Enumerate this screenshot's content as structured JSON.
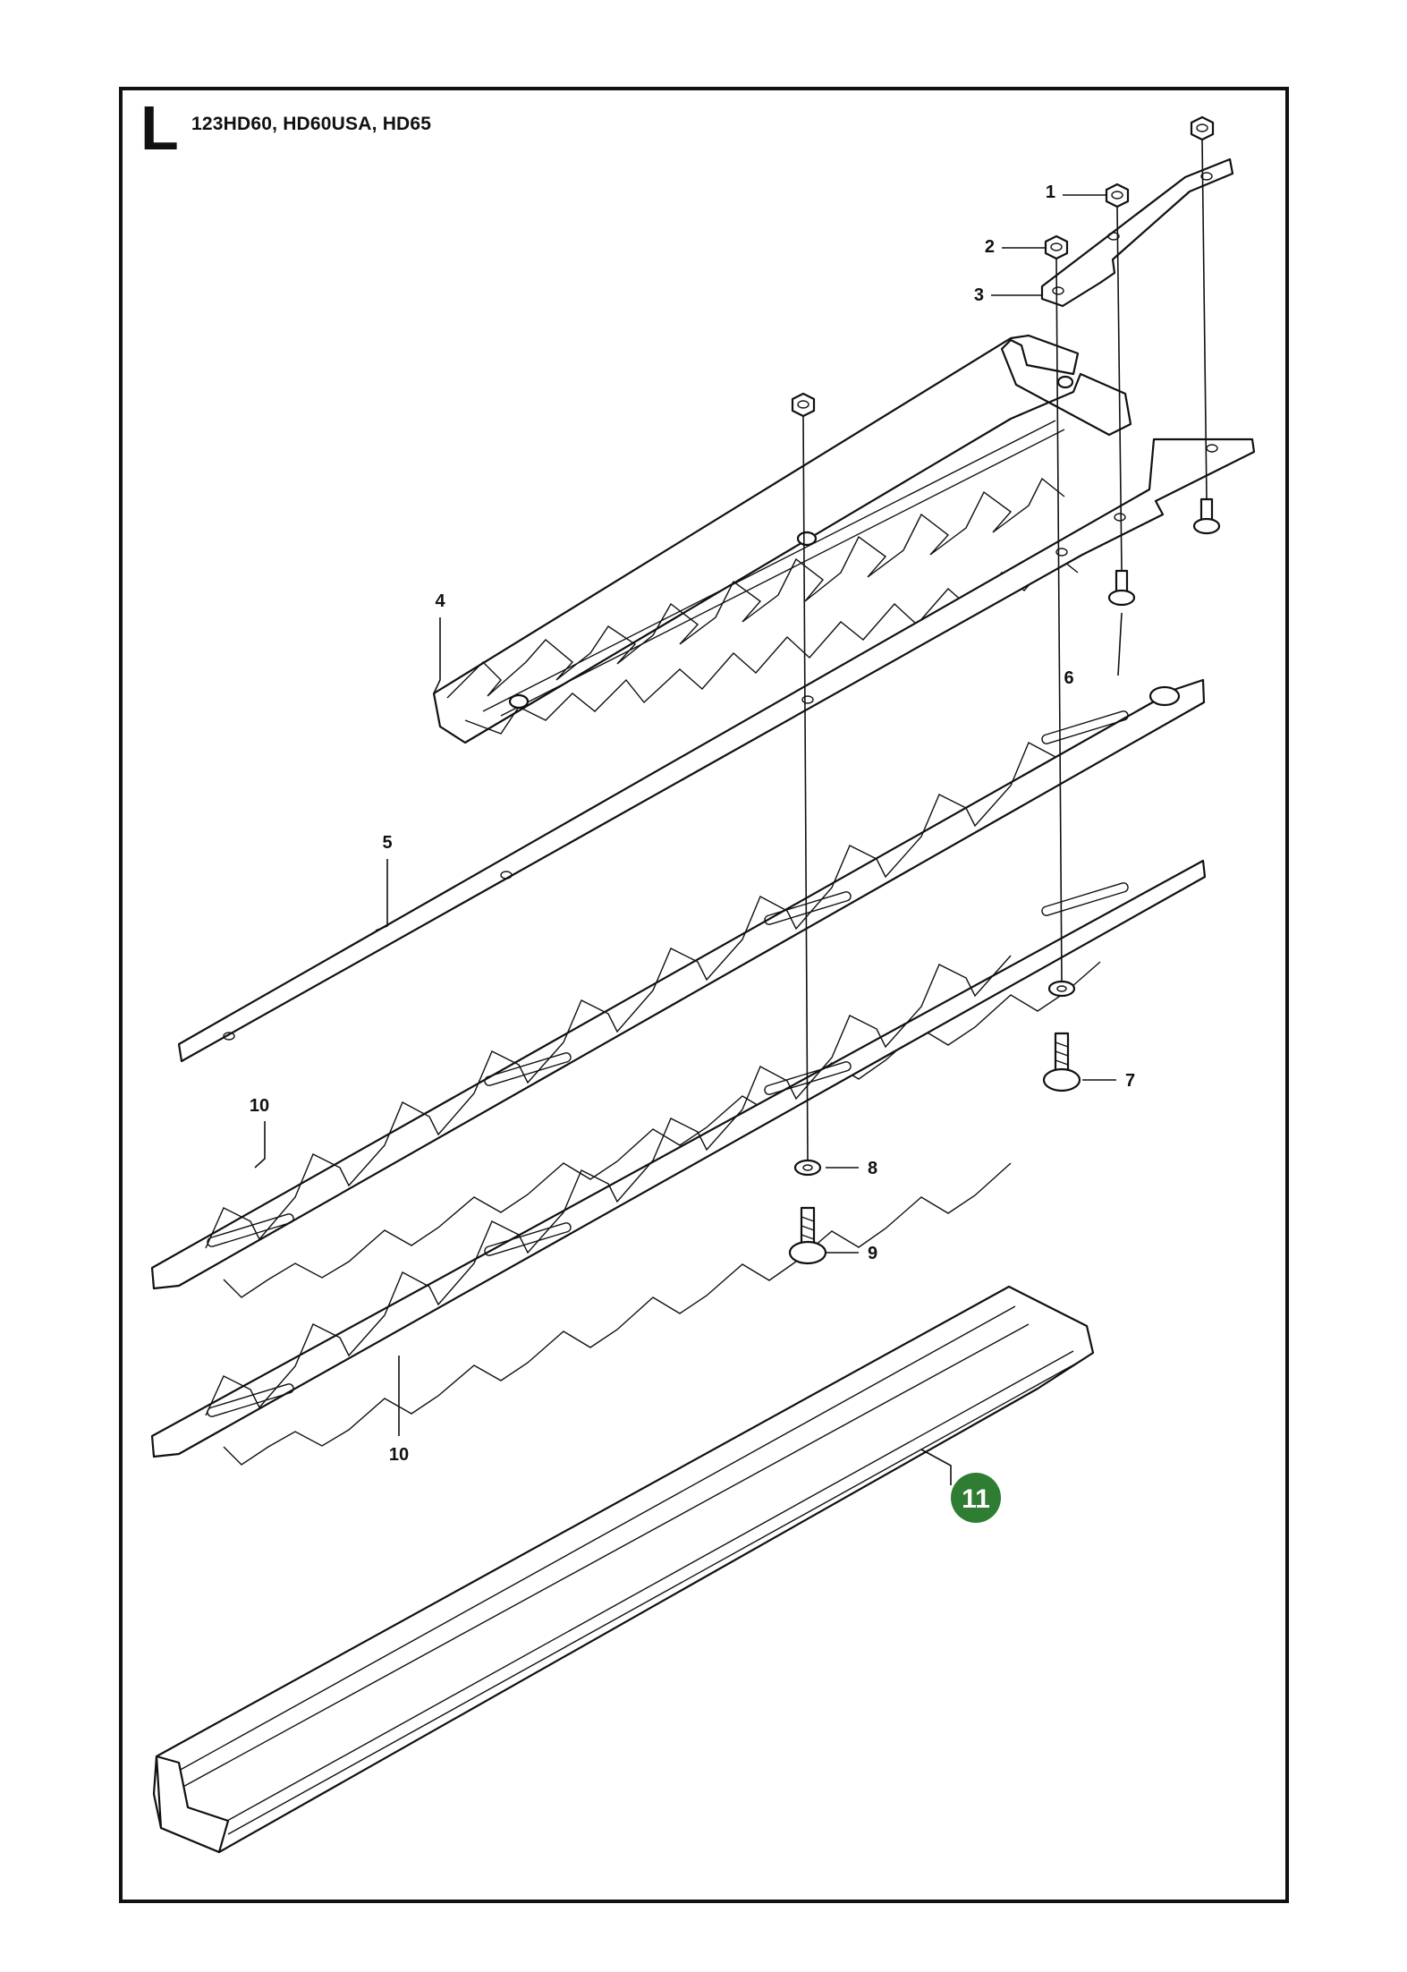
{
  "header": {
    "section_letter": "L",
    "models": "123HD60, HD60USA, HD65"
  },
  "callouts": {
    "p1": "1",
    "p2": "2",
    "p3": "3",
    "p4": "4",
    "p5": "5",
    "p6": "6",
    "p7": "7",
    "p8": "8",
    "p9": "9",
    "p10a": "10",
    "p10b": "10",
    "p11": "11"
  },
  "colors": {
    "line": "#111111",
    "highlight_badge": "#2e7d32"
  }
}
